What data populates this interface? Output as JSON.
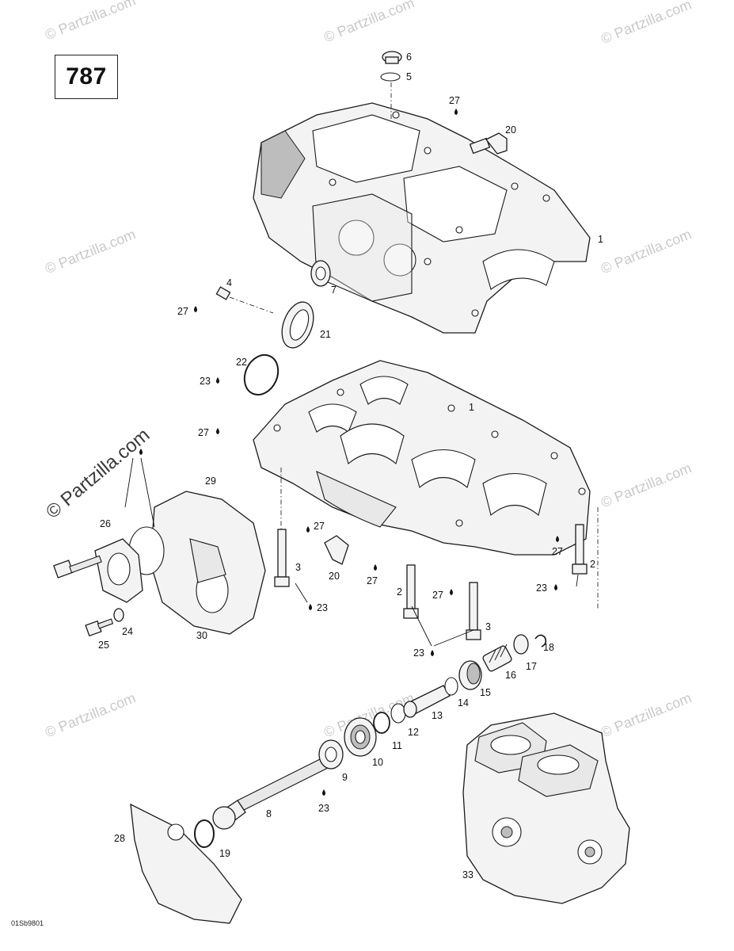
{
  "diagram": {
    "engine_code": "787",
    "drawing_ref": "01Sb9801",
    "watermark_text": "© Partzilla.com",
    "callouts": [
      {
        "id": "c6",
        "text": "6"
      },
      {
        "id": "c5",
        "text": "5"
      },
      {
        "id": "c27a",
        "text": "27"
      },
      {
        "id": "c20a",
        "text": "20"
      },
      {
        "id": "c1a",
        "text": "1"
      },
      {
        "id": "c4",
        "text": "4"
      },
      {
        "id": "c27b",
        "text": "27"
      },
      {
        "id": "c7",
        "text": "7"
      },
      {
        "id": "c21",
        "text": "21"
      },
      {
        "id": "c22",
        "text": "22"
      },
      {
        "id": "c23a",
        "text": "23"
      },
      {
        "id": "c1b",
        "text": "1"
      },
      {
        "id": "c27c",
        "text": "27"
      },
      {
        "id": "c29",
        "text": "29"
      },
      {
        "id": "c26",
        "text": "26"
      },
      {
        "id": "c27d",
        "text": "27"
      },
      {
        "id": "c3a",
        "text": "3"
      },
      {
        "id": "c20b",
        "text": "20"
      },
      {
        "id": "c27e",
        "text": "27"
      },
      {
        "id": "c23b",
        "text": "23"
      },
      {
        "id": "c24",
        "text": "24"
      },
      {
        "id": "c25",
        "text": "25"
      },
      {
        "id": "c30",
        "text": "30"
      },
      {
        "id": "c2a",
        "text": "2"
      },
      {
        "id": "c27f",
        "text": "27"
      },
      {
        "id": "c2b",
        "text": "2"
      },
      {
        "id": "c27g",
        "text": "27"
      },
      {
        "id": "c23c",
        "text": "23"
      },
      {
        "id": "c3b",
        "text": "3"
      },
      {
        "id": "c23d",
        "text": "23"
      },
      {
        "id": "c18",
        "text": "18"
      },
      {
        "id": "c17",
        "text": "17"
      },
      {
        "id": "c16",
        "text": "16"
      },
      {
        "id": "c15",
        "text": "15"
      },
      {
        "id": "c14",
        "text": "14"
      },
      {
        "id": "c13",
        "text": "13"
      },
      {
        "id": "c12",
        "text": "12"
      },
      {
        "id": "c11",
        "text": "11"
      },
      {
        "id": "c10",
        "text": "10"
      },
      {
        "id": "c9",
        "text": "9"
      },
      {
        "id": "c23e",
        "text": "23"
      },
      {
        "id": "c8",
        "text": "8"
      },
      {
        "id": "c28",
        "text": "28"
      },
      {
        "id": "c19",
        "text": "19"
      },
      {
        "id": "c33",
        "text": "33"
      }
    ]
  }
}
